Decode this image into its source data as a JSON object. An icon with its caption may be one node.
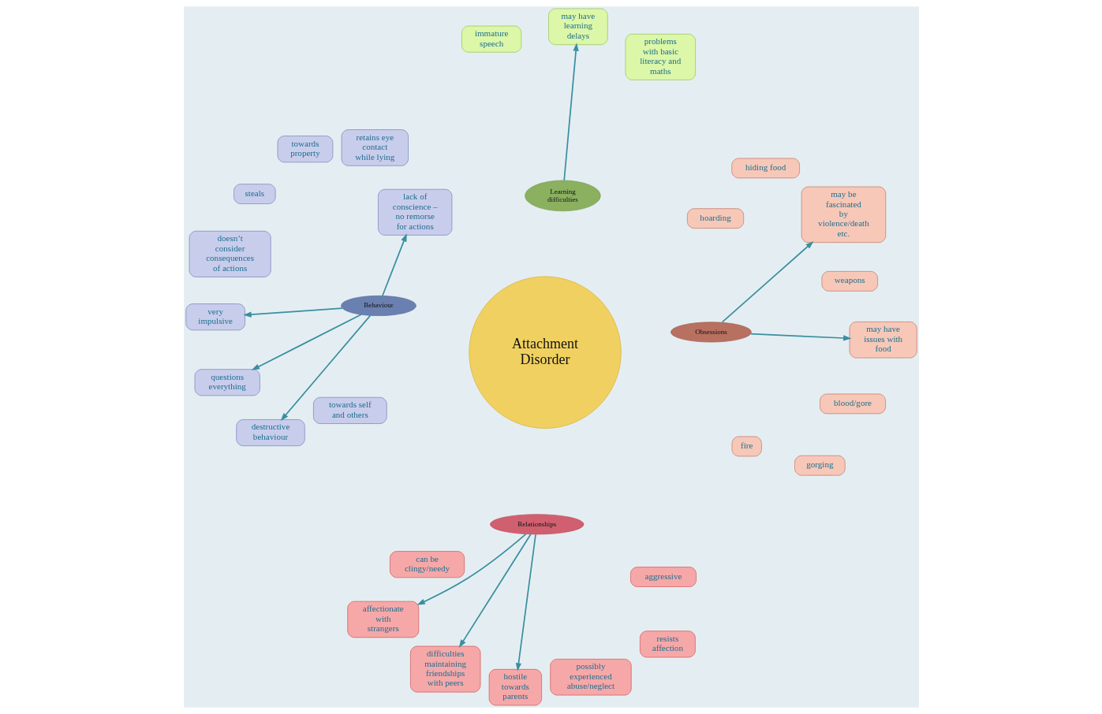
{
  "diagram": {
    "nodes": [
      {
        "text": [
          "Attachment Disorder"
        ]
      },
      {
        "text": [
          "Relationships"
        ]
      },
      {
        "text": [
          "Behaviour"
        ]
      },
      {
        "text": [
          "Learning difficulties"
        ]
      },
      {
        "text": [
          "Obsessions"
        ]
      },
      {
        "text": [
          "can be clingy/needy"
        ]
      },
      {
        "text": [
          "difficulties maintaining friendships with peers"
        ]
      },
      {
        "text": [
          "aggressive"
        ]
      },
      {
        "text": [
          "hostile towards parents"
        ]
      },
      {
        "text": [
          "resists affection"
        ]
      },
      {
        "text": [
          "possibly experienced abuse/neglect"
        ]
      },
      {
        "text": [
          "affectionate with strangers"
        ]
      },
      {
        "text": [
          "lack of conscience – no remorse for actions"
        ]
      },
      {
        "text": [
          "retains eye contact while lying"
        ]
      },
      {
        "text": [
          "towards property"
        ]
      },
      {
        "text": [
          "destructive behaviour"
        ]
      },
      {
        "text": [
          "towards self and others"
        ]
      },
      {
        "text": [
          "steals"
        ]
      },
      {
        "text": [
          "very impulsive"
        ]
      },
      {
        "text": [
          "doesn’t consider consequences of actions"
        ]
      },
      {
        "text": [
          "questions everything"
        ]
      },
      {
        "text": [
          "immature speech"
        ]
      },
      {
        "text": [
          "may have learning delays"
        ]
      },
      {
        "text": [
          "problems with basic literacy and maths"
        ]
      },
      {
        "text": [
          "hiding food"
        ]
      },
      {
        "text": [
          "gorging"
        ]
      },
      {
        "text": [
          "may have issues with food"
        ]
      },
      {
        "text": [
          "hoarding"
        ]
      },
      {
        "text": [
          "fire"
        ]
      },
      {
        "text": [
          "blood/gore"
        ]
      },
      {
        "text": [
          "may be fascinated by violence/death etc."
        ]
      },
      {
        "text": [
          "weapons"
        ]
      }
    ],
    "edges": [
      {
        "from": 1,
        "to": 6,
        "arrow": "to"
      },
      {
        "from": 1,
        "to": 8,
        "arrow": "to"
      },
      {
        "from": 1,
        "to": 11,
        "arrow": "to"
      },
      {
        "from": 2,
        "to": 12,
        "arrow": "to"
      },
      {
        "from": 2,
        "to": 15,
        "arrow": "to"
      },
      {
        "from": 2,
        "to": 18,
        "arrow": "to"
      },
      {
        "from": 2,
        "to": 20,
        "arrow": "to"
      },
      {
        "from": 3,
        "to": 22,
        "arrow": "to"
      },
      {
        "from": 4,
        "to": 26,
        "arrow": "to"
      },
      {
        "from": 4,
        "to": 30,
        "arrow": "to"
      }
    ]
  }
}
